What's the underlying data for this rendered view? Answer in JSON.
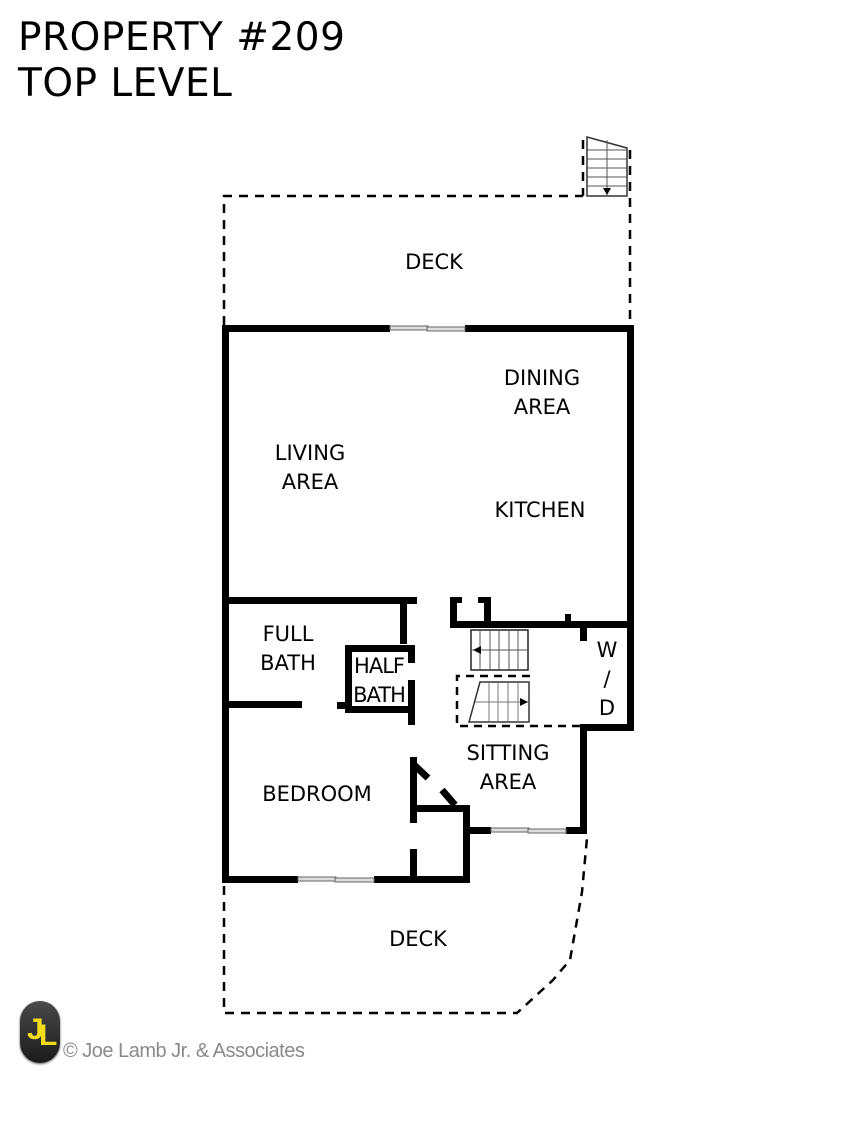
{
  "header": {
    "title_line1": "PROPERTY #209",
    "title_line2": "TOP LEVEL"
  },
  "rooms": {
    "deck_top": "DECK",
    "dining_area": "DINING\nAREA",
    "living_area": "LIVING\nAREA",
    "kitchen": "KITCHEN",
    "full_bath": "FULL\nBATH",
    "half_bath": "HALF\nBATH",
    "washer_dryer": "W\n/\nD",
    "sitting_area": "SITTING\nAREA",
    "bedroom": "BEDROOM",
    "deck_bottom": "DECK"
  },
  "footer": {
    "logo_letters": [
      "J",
      "L"
    ],
    "copyright": "© Joe Lamb Jr. & Associates"
  },
  "colors": {
    "wall": "#000000",
    "logo_bg": "#2a2a2a",
    "logo_fg": "#f3dd1a",
    "copyright_text": "#8a8a8a"
  }
}
